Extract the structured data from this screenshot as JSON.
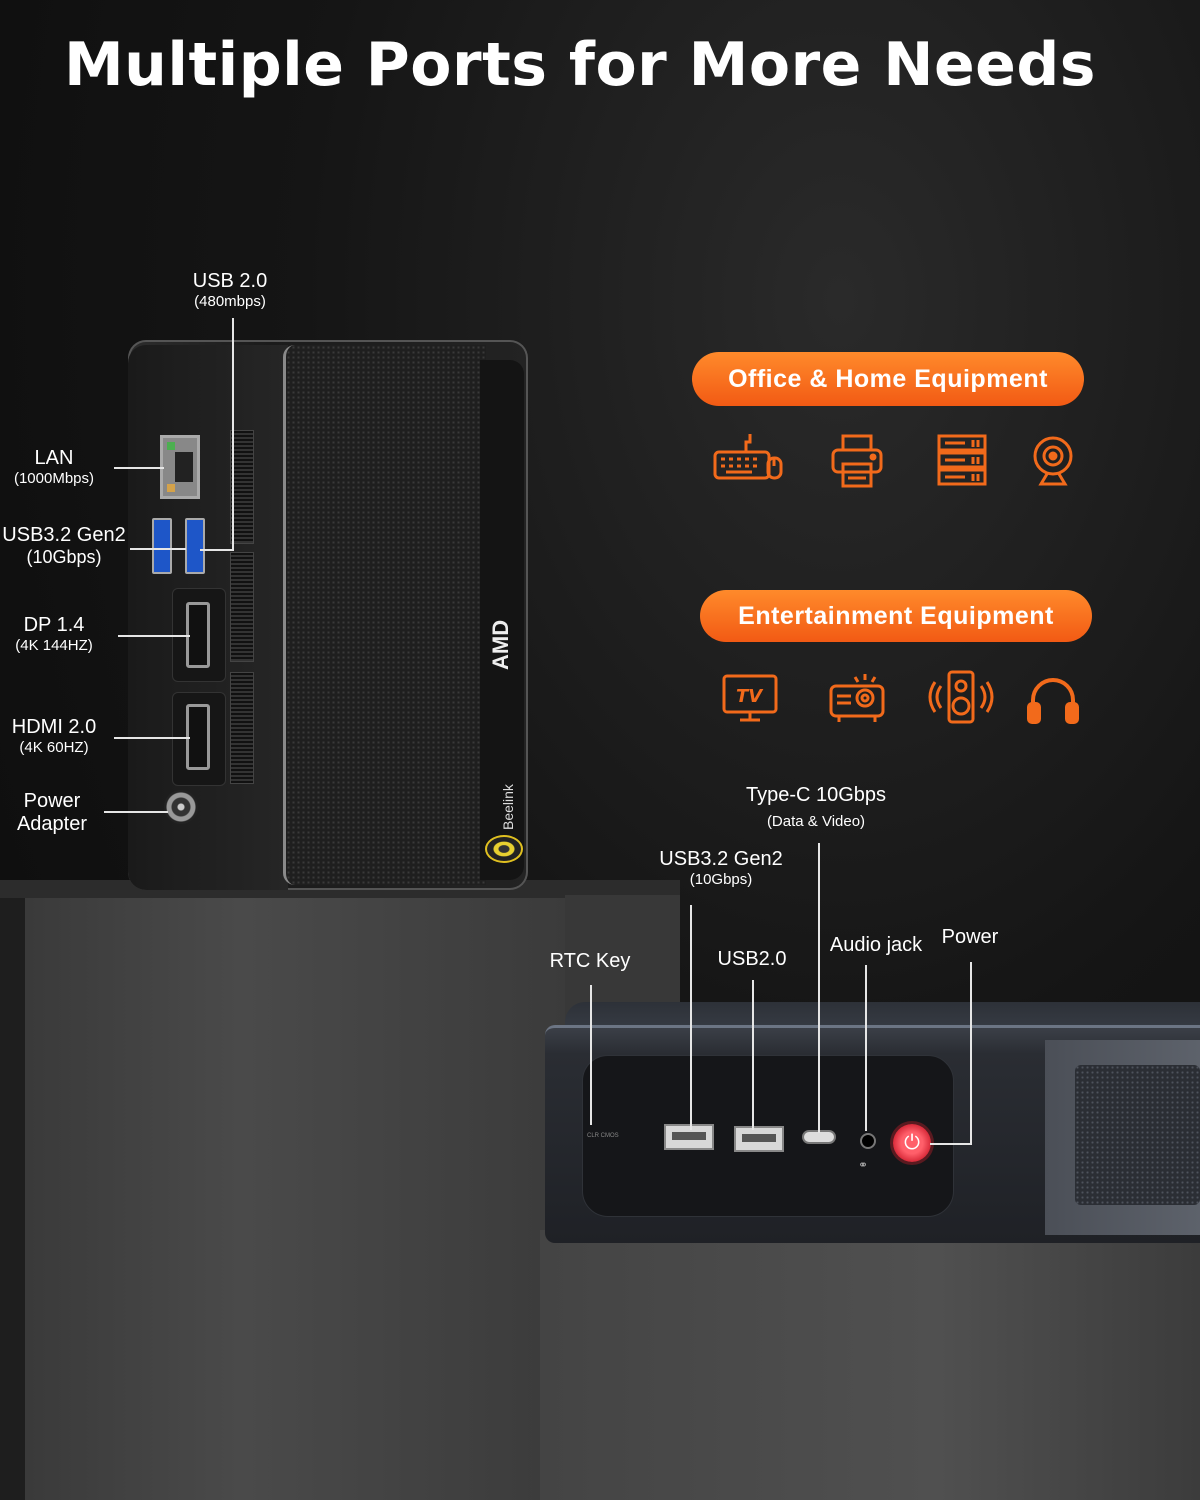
{
  "headline": "Multiple Ports for More Needs",
  "colors": {
    "accent_orange": "#f26a1b",
    "power_red": "#e03241",
    "usb_blue": "#1e56c8"
  },
  "categories": [
    {
      "label": "Office & Home Equipment",
      "icons": [
        "keyboard-mouse-icon",
        "printer-icon",
        "server-rack-icon",
        "webcam-icon"
      ]
    },
    {
      "label": "Entertainment Equipment",
      "icons": [
        "tv-icon",
        "projector-icon",
        "speaker-icon",
        "headphones-icon"
      ]
    }
  ],
  "tower_device": {
    "brand_amd": "AMD",
    "brand_beelink": "Beelink",
    "ports": [
      {
        "name": "USB 2.0",
        "spec": "(480mbps)"
      },
      {
        "name": "LAN",
        "spec": "(1000Mbps)"
      },
      {
        "name": "USB3.2 Gen2",
        "spec": "(10Gbps)"
      },
      {
        "name": "DP 1.4",
        "spec": "(4K 144HZ)"
      },
      {
        "name": "HDMI 2.0",
        "spec": "(4K 60HZ)"
      },
      {
        "name": "Power",
        "spec": "Adapter"
      }
    ]
  },
  "box_device": {
    "clr_cmos": "CLR CMOS",
    "ports": [
      {
        "name": "Type-C 10Gbps",
        "spec": "(Data & Video)"
      },
      {
        "name": "USB3.2 Gen2",
        "spec": "(10Gbps)"
      },
      {
        "name": "RTC Key",
        "spec": ""
      },
      {
        "name": "USB2.0",
        "spec": ""
      },
      {
        "name": "Audio jack",
        "spec": ""
      },
      {
        "name": "Power",
        "spec": ""
      }
    ]
  }
}
